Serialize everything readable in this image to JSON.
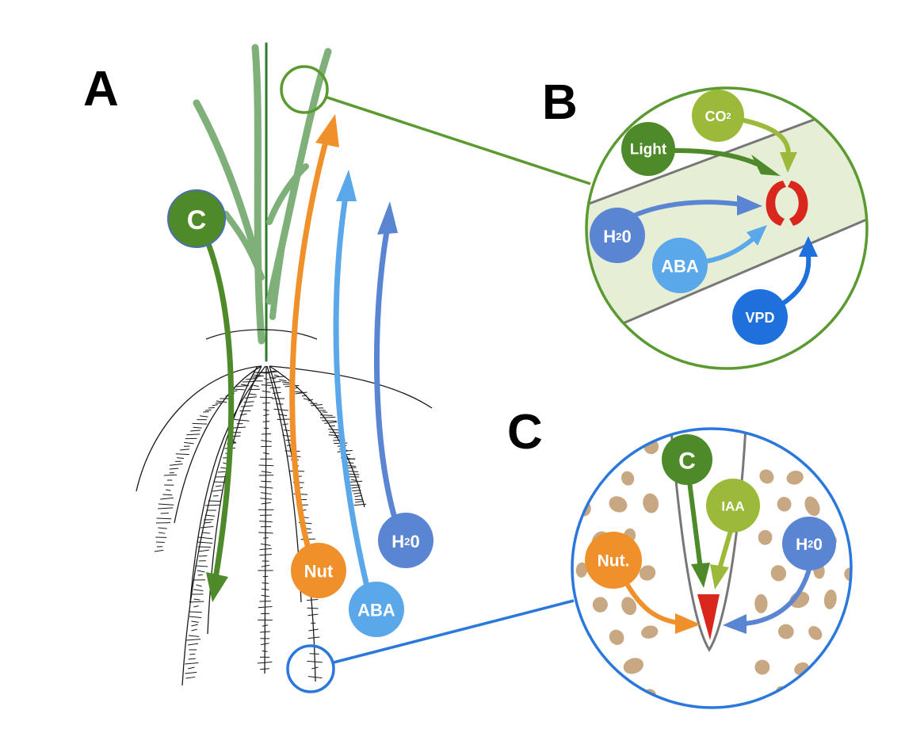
{
  "colors": {
    "dark_green": "#4f8a2a",
    "light_green": "#9cba3a",
    "leaf_green": "#7fb07a",
    "orange": "#f0902a",
    "light_blue": "#5aa8ea",
    "mid_blue": "#5a85d2",
    "bright_blue": "#1e70dc",
    "red": "#d9271e",
    "soil": "#c8a882",
    "leaf_band": "#e6eed6",
    "magnifier_green": "#5b9a30",
    "magnifier_blue": "#2a78dc"
  },
  "panels": {
    "a": {
      "label": "A"
    },
    "b": {
      "label": "B"
    },
    "c": {
      "label": "C"
    }
  },
  "panel_a": {
    "bubbles": [
      {
        "id": "c",
        "text": "C",
        "color": "dark_green"
      },
      {
        "id": "nut",
        "text": "Nut",
        "color": "orange"
      },
      {
        "id": "aba",
        "text": "ABA",
        "color": "light_blue"
      },
      {
        "id": "h2o",
        "text": "H",
        "sub": "2",
        "tail": "0",
        "color": "mid_blue"
      }
    ]
  },
  "panel_b": {
    "bubbles": [
      {
        "id": "co2",
        "text": "CO",
        "sub": "2",
        "color": "light_green"
      },
      {
        "id": "light",
        "text": "Light",
        "color": "dark_green"
      },
      {
        "id": "h2o",
        "text": "H",
        "sub": "2",
        "tail": "0",
        "color": "mid_blue"
      },
      {
        "id": "aba",
        "text": "ABA",
        "color": "light_blue"
      },
      {
        "id": "vpd",
        "text": "VPD",
        "color": "bright_blue"
      }
    ]
  },
  "panel_c": {
    "bubbles": [
      {
        "id": "c",
        "text": "C",
        "color": "dark_green"
      },
      {
        "id": "iaa",
        "text": "IAA",
        "color": "light_green"
      },
      {
        "id": "h2o",
        "text": "H",
        "sub": "2",
        "tail": "0",
        "color": "mid_blue"
      },
      {
        "id": "nut",
        "text": "Nut.",
        "color": "orange"
      }
    ]
  }
}
